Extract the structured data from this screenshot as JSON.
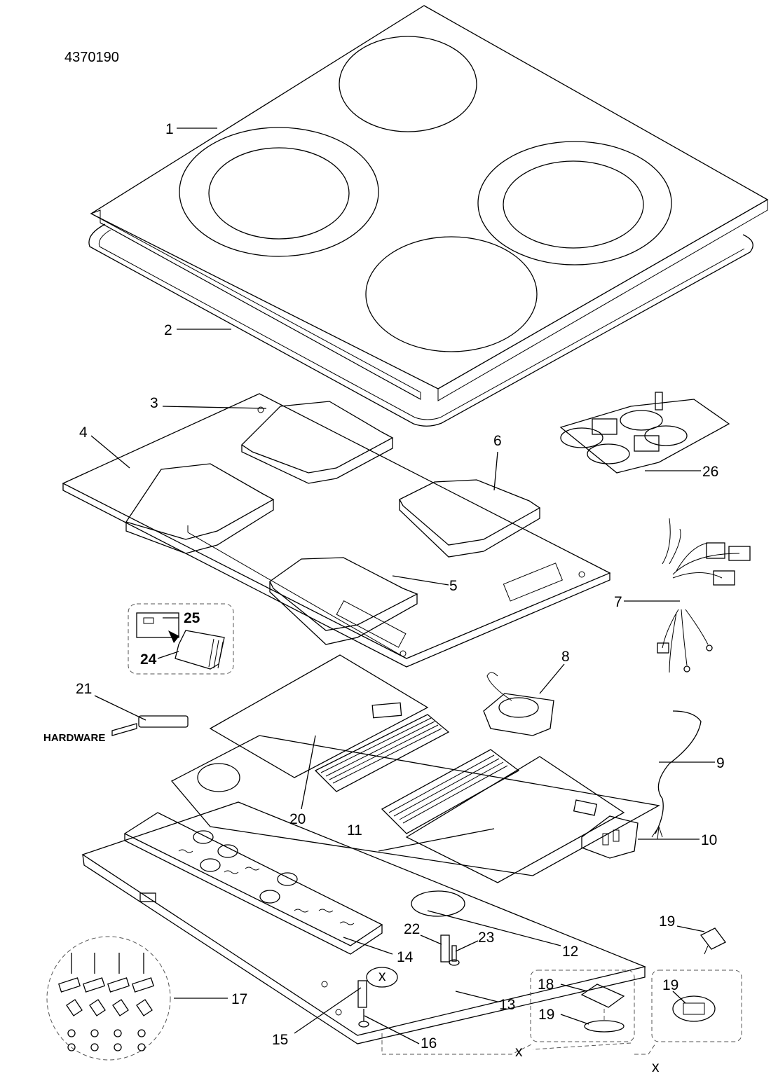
{
  "document_number": "4370190",
  "callouts": {
    "c1": "1",
    "c2": "2",
    "c3": "3",
    "c4": "4",
    "c5": "5",
    "c6": "6",
    "c7": "7",
    "c8": "8",
    "c9": "9",
    "c10": "10",
    "c11": "11",
    "c12": "12",
    "c13": "13",
    "c14": "14",
    "c15": "15",
    "c16": "16",
    "c17": "17",
    "c18": "18",
    "c19a": "19",
    "c19b": "19",
    "c19c": "19",
    "c20": "20",
    "c21": "21",
    "c22": "22",
    "c23": "23",
    "c24": "24",
    "c25": "25",
    "c26": "26"
  },
  "hardware_label": "HARDWARE",
  "markers": {
    "m1": "x",
    "m2": "x",
    "m3": "x"
  }
}
